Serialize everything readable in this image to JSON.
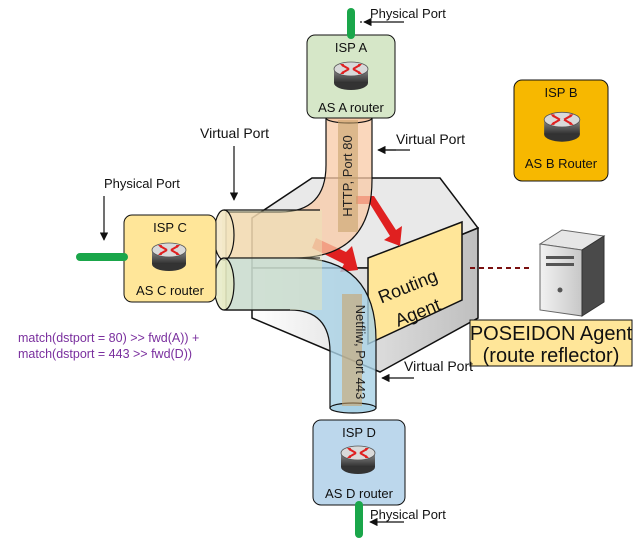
{
  "isp_a": {
    "title": "ISP A",
    "router": "AS A router"
  },
  "isp_b": {
    "title": "ISP B",
    "router": "AS B Router"
  },
  "isp_c": {
    "title": "ISP C",
    "router": "AS C router"
  },
  "isp_d": {
    "title": "ISP D",
    "router": "AS D router"
  },
  "labels": {
    "physical_port_top": "Physical Port",
    "physical_port_left": "Physical Port",
    "physical_port_bottom": "Physical Port",
    "virtual_port_left": "Virtual Port",
    "virtual_port_right_top": "Virtual Port",
    "virtual_port_right_bottom": "Virtual Port"
  },
  "pipes": {
    "http": "HTTP, Port 80",
    "netflow": "Netfliw, Port 443"
  },
  "switch": {
    "agent_line1": "Routing",
    "agent_line2": "Agent"
  },
  "poseidon": {
    "line1": "POSEIDON Agent",
    "line2": "(route reflector)"
  },
  "policy": {
    "line1": "match(dstport = 80) >> fwd(A)) +",
    "line2": "match(dstport = 443 >> fwd(D))"
  },
  "colors": {
    "green_port": "#1aa64a",
    "isp_a_bg": "#d6e7c8",
    "isp_b_bg": "#f7b800",
    "isp_c_bg": "#ffe699",
    "isp_d_bg": "#bcd7ec",
    "http_pipe": "#f8c9a6",
    "netflow_pipe": "#a9d2e6",
    "policy_text": "#7a2f9e",
    "arrow_red": "#e02020"
  }
}
